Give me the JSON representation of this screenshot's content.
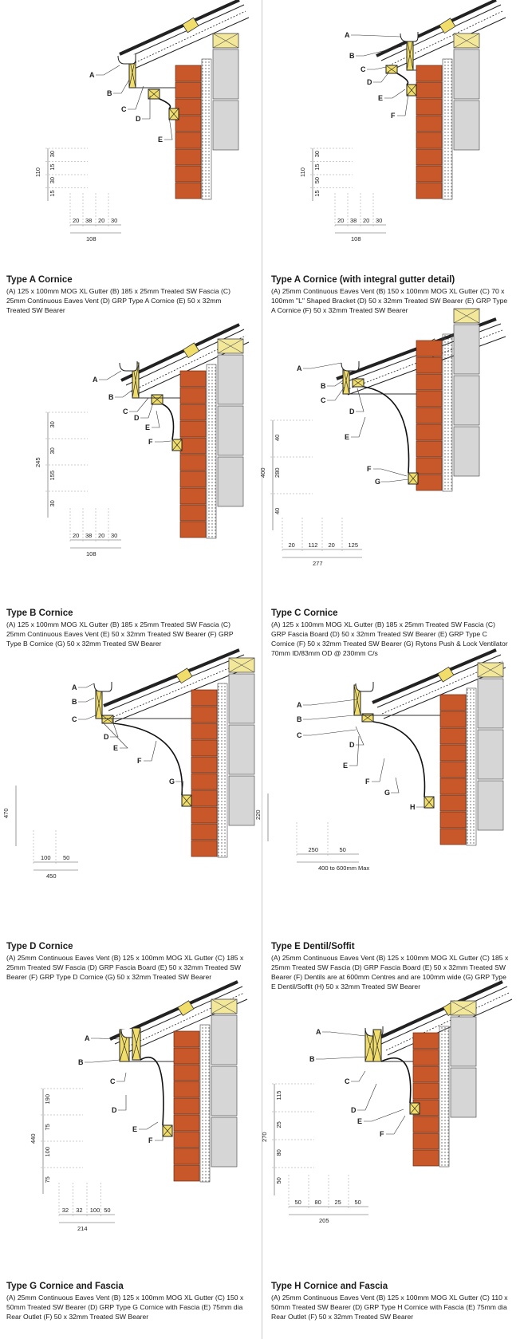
{
  "panels": [
    {
      "title": "Type A Cornice",
      "desc": "(A) 125 x 100mm MOG XL Gutter (B) 185 x 25mm Treated SW Fascia (C) 25mm Continuous Eaves Vent (D) GRP Type A Cornice (E) 50 x 32mm Treated SW Bearer",
      "labels": [
        "A",
        "B",
        "C",
        "D",
        "E"
      ],
      "dims_v": [
        "30",
        "15",
        "30",
        "15"
      ],
      "dim_v_total": "110",
      "dims_h": [
        "20",
        "38",
        "20",
        "30"
      ],
      "dim_h_total": "108"
    },
    {
      "title": "Type A Cornice (with integral gutter detail)",
      "desc": "(A) 25mm Continuous Eaves Vent (B) 150 x 100mm MOG XL Gutter (C) 70 x 100mm \"L\" Shaped Bracket (D) 50 x 32mm Treated SW Bearer (E) GRP Type A Cornice (F) 50 x 32mm Treated SW Bearer",
      "labels": [
        "A",
        "B",
        "C",
        "D",
        "E",
        "F"
      ],
      "dims_v": [
        "30",
        "15",
        "50",
        "15"
      ],
      "dim_v_total": "110",
      "dims_h": [
        "20",
        "38",
        "20",
        "30"
      ],
      "dim_h_total": "108"
    },
    {
      "title": "Type B Cornice",
      "desc": "(A) 125 x 100mm MOG XL Gutter (B) 185 x 25mm Treated SW Fascia (C) 25mm Continuous Eaves Vent (E) 50 x 32mm Treated SW Bearer (F) GRP Type B Cornice (G) 50 x 32mm Treated SW Bearer",
      "labels": [
        "A",
        "B",
        "C",
        "D",
        "E",
        "F"
      ],
      "dims_v": [
        "30",
        "30",
        "155",
        "30"
      ],
      "dim_v_total": "245",
      "dims_h": [
        "20",
        "38",
        "20",
        "30"
      ],
      "dim_h_total": "108"
    },
    {
      "title": "Type C Cornice",
      "desc": "(A) 125 x 100mm MOG XL Gutter (B) 185 x 25mm Treated SW Fascia (C) GRP Fascia Board (D) 50 x 32mm Treated SW Bearer (E) GRP Type C Cornice (F) 50 x 32mm Treated SW Bearer (G) Rytons Push & Lock Ventilator 70mm ID/83mm OD @ 230mm C/s",
      "labels": [
        "A",
        "B",
        "C",
        "D",
        "E",
        "F",
        "G"
      ],
      "dims_v": [
        "40",
        "280",
        "40"
      ],
      "dim_v_total": "400",
      "dims_h": [
        "20",
        "112",
        "20",
        "125"
      ],
      "dim_h_total": "277"
    },
    {
      "title": "Type D Cornice",
      "desc": "(A) 25mm Continuous Eaves Vent (B) 125 x 100mm MOG XL Gutter (C) 185 x 25mm Treated SW Fascia (D) GRP Fascia Board (E) 50 x 32mm Treated SW Bearer (F) GRP Type D Cornice (G) 50 x 32mm Treated SW Bearer",
      "labels": [
        "A",
        "B",
        "C",
        "D",
        "E",
        "F",
        "G"
      ],
      "dims_v": [],
      "dim_v_total": "470",
      "dims_h": [
        "100",
        "50"
      ],
      "dim_h_total": "450"
    },
    {
      "title": "Type E Dentil/Soffit",
      "desc": "(A) 25mm Continuous Eaves Vent (B) 125 x 100mm MOG XL Gutter (C) 185 x 25mm Treated SW Fascia (D) GRP Fascia Board (E) 50 x 32mm Treated SW Bearer (F) Dentils are at 600mm Centres and are 100mm wide (G) GRP Type E Dentil/Soffit (H) 50 x 32mm Treated SW Bearer",
      "labels": [
        "A",
        "B",
        "C",
        "D",
        "E",
        "F",
        "G",
        "H"
      ],
      "dims_v": [],
      "dim_v_total": "220",
      "dims_h": [
        "250",
        "50"
      ],
      "dim_h_total": "400 to 600mm Max"
    },
    {
      "title": "Type G Cornice and Fascia",
      "desc": "(A) 25mm Continuous Eaves Vent (B) 125 x 100mm MOG XL Gutter (C) 150 x 50mm Treated SW Bearer (D) GRP Type G Cornice with Fascia (E) 75mm dia Rear Outlet (F) 50 x 32mm Treated SW Bearer",
      "labels": [
        "A",
        "B",
        "C",
        "D",
        "E",
        "F"
      ],
      "dims_v": [
        "190",
        "75",
        "100",
        "75"
      ],
      "dim_v_total": "440",
      "dims_h": [
        "32",
        "32",
        "100",
        "50"
      ],
      "dim_h_total": "214"
    },
    {
      "title": "Type H Cornice and Fascia",
      "desc": "(A) 25mm Continuous Eaves Vent (B) 125 x 100mm MOG XL Gutter (C) 110 x 50mm Treated SW Bearer (D) GRP Type H Cornice with Fascia (E) 75mm dia Rear Outlet (F) 50 x 32mm Treated SW Bearer",
      "labels": [
        "A",
        "B",
        "C",
        "D",
        "E",
        "F"
      ],
      "dims_v": [
        "115",
        "25",
        "80",
        "50"
      ],
      "dim_v_total": "270",
      "dims_h": [
        "50",
        "80",
        "25",
        "50"
      ],
      "dim_h_total": "205"
    }
  ],
  "colors": {
    "brick": "#c8582a",
    "block": "#d6d6d6",
    "insulation_face": "#f3e79a",
    "timber": "#f1de6a",
    "line": "#1a1a1a",
    "divider": "#c8c8c8"
  }
}
